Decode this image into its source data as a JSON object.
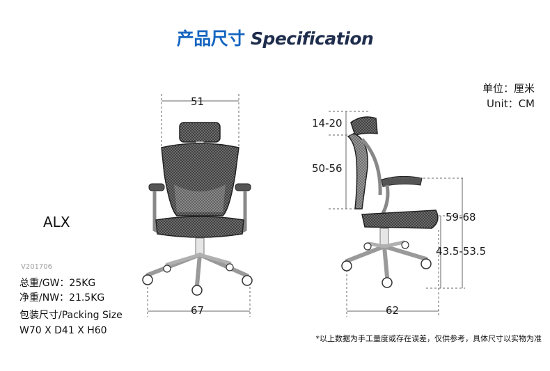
{
  "header": {
    "title_cn": "产品尺寸",
    "title_en": "Specification"
  },
  "units": {
    "cn": "单位：厘米",
    "en": "Unit：CM"
  },
  "front_view": {
    "width_top": "51",
    "width_base": "67"
  },
  "side_view": {
    "headrest_adjust": "14-20",
    "back_height": "50-56",
    "armrest_height": "59-68",
    "seat_height": "43.5-53.5",
    "depth_base": "62"
  },
  "product": {
    "model": "ALX",
    "code": "V201706",
    "gross_weight": "总重/GW：25KG",
    "net_weight": "净重/NW：21.5KG",
    "packing_label": "包装尺寸/Packing Size",
    "packing_size": "W70 X D41 X H60"
  },
  "footnote": "*以上数据为手工量度或存在误差，仅供参考，具体尺寸以实物为准"
}
